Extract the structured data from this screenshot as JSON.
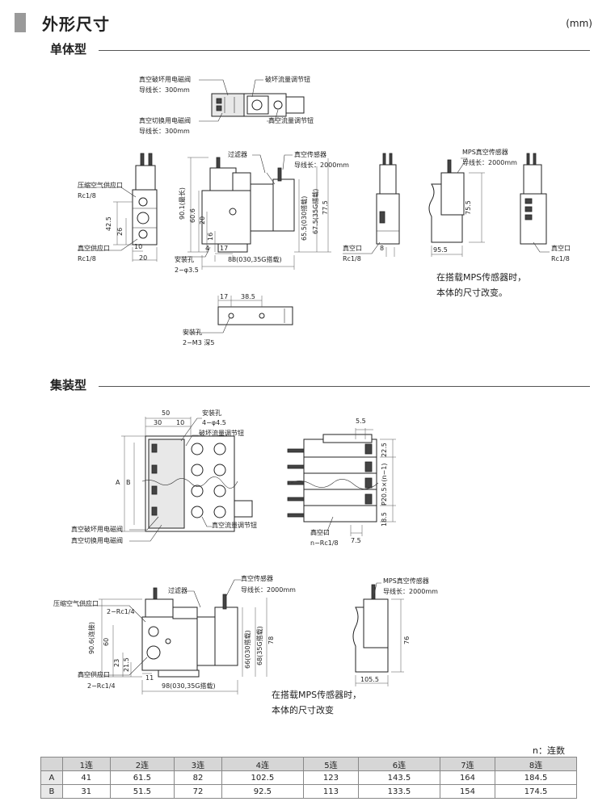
{
  "header": {
    "title": "外形尺寸",
    "unit": "(mm)"
  },
  "single": {
    "section_title": "单体型",
    "labels": {
      "break_valve": "真空破坏用电磁阀",
      "lead1": "导线长：300mm",
      "break_knob": "破坏流量调节钮",
      "switch_valve": "真空切换用电磁阀",
      "lead2": "导线长：300mm",
      "flow_knob": "真空流量调节钮",
      "supply_port": "压缩空气供应口",
      "rc18_a": "Rc1/8",
      "vac_supply": "真空供应口",
      "rc18_b": "Rc1/8",
      "filter": "过滤器",
      "sensor": "真空传感器",
      "sensor_lead": "导线长：2000mm",
      "mount_hole": "安装孔",
      "mount_spec": "2−φ3.5",
      "vac_port": "真空口",
      "rc18_c": "Rc1/8",
      "mps_sensor": "MPS真空传感器",
      "mps_lead": "导线长：2000mm",
      "vac_port2": "真空口",
      "rc18_d": "Rc1/8",
      "mount_hole2": "安装孔",
      "mount_spec2": "2−M3 深5"
    },
    "dims": {
      "d42_5": "42.5",
      "d26": "26",
      "d10": "10",
      "d20": "20",
      "d90_1": "90.1(最长)",
      "d60_6": "60.6",
      "d20b": "20",
      "d16": "16",
      "d4": "4",
      "d17": "17",
      "d88": "88(030,35G搭载)",
      "d65_5": "65.5(030搭载)",
      "d67_5": "67.5(35G搭载)",
      "d77_5": "77.5",
      "d8": "8",
      "d75_5": "75.5",
      "d95_5": "95.5",
      "d17b": "17",
      "d38_5": "38.5"
    },
    "note": [
      "在搭载MPS传感器时，",
      "本体的尺寸改变。"
    ]
  },
  "manifold": {
    "section_title": "集装型",
    "labels": {
      "mount_hole": "安装孔",
      "mount_spec": "4−φ4.5",
      "break_knob": "破坏流量调节钮",
      "flow_knob": "真空流量调节钮",
      "break_valve": "真空破坏用电磁阀",
      "switch_valve": "真空切换用电磁阀",
      "vac_port": "真空口",
      "vac_port_spec": "n−Rc1/8",
      "supply_port": "压缩空气供应口",
      "rc14_a": "2−Rc1/4",
      "filter": "过滤器",
      "sensor": "真空传感器",
      "sensor_lead": "导线长：2000mm",
      "vac_supply": "真空供应口",
      "rc14_b": "2−Rc1/4",
      "mps_sensor": "MPS真空传感器",
      "mps_lead": "导线长：2000mm"
    },
    "dims": {
      "d50": "50",
      "d30": "30",
      "d10": "10",
      "dA": "A",
      "dB": "B",
      "d5_5": "5.5",
      "d22_5": "22.5",
      "dP": "P20.5×(n−1)",
      "d18_5": "18.5",
      "d7_5": "7.5",
      "d90_6": "90.6(连接)",
      "d60": "60",
      "d23": "23",
      "d21_5": "21.5",
      "d11": "11",
      "d98": "98(030,35G搭载)",
      "d66": "66(030搭载)",
      "d68": "68(35G搭载)",
      "d78": "78",
      "d76": "76",
      "d105_5": "105.5"
    },
    "note": [
      "在搭载MPS传感器时，",
      "本体的尺寸改变"
    ]
  },
  "table": {
    "legend": "n：连数",
    "columns": [
      "",
      "1连",
      "2连",
      "3连",
      "4连",
      "5连",
      "6连",
      "7连",
      "8连"
    ],
    "rows": [
      {
        "label": "A",
        "values": [
          "41",
          "61.5",
          "82",
          "102.5",
          "123",
          "143.5",
          "164",
          "184.5"
        ]
      },
      {
        "label": "B",
        "values": [
          "31",
          "51.5",
          "72",
          "92.5",
          "113",
          "133.5",
          "154",
          "174.5"
        ]
      }
    ]
  }
}
